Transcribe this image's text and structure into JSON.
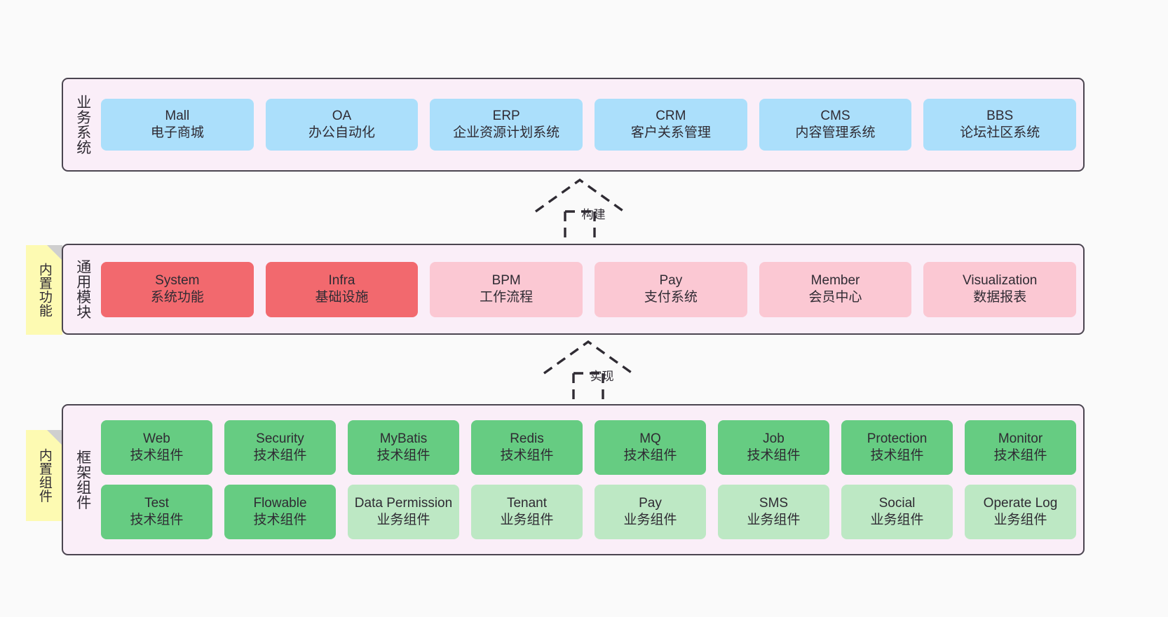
{
  "diagram": {
    "background_color": "#fafafa",
    "panel_color": "#faeef8",
    "border_color": "#4b4550",
    "note_color": "#fdfab2"
  },
  "layers": {
    "business": {
      "title": "业务系统",
      "box_color": "#abdffb",
      "items": [
        {
          "en": "Mall",
          "cn": "电子商城"
        },
        {
          "en": "OA",
          "cn": "办公自动化"
        },
        {
          "en": "ERP",
          "cn": "企业资源计划系统"
        },
        {
          "en": "CRM",
          "cn": "客户关系管理"
        },
        {
          "en": "CMS",
          "cn": "内容管理系统"
        },
        {
          "en": "BBS",
          "cn": "论坛社区系统"
        }
      ]
    },
    "common": {
      "title": "通用模块",
      "note": "内置功能",
      "strong_color": "#f2696e",
      "soft_color": "#fbc8d3",
      "items": [
        {
          "en": "System",
          "cn": "系统功能",
          "tone": "strong"
        },
        {
          "en": "Infra",
          "cn": "基础设施",
          "tone": "strong"
        },
        {
          "en": "BPM",
          "cn": "工作流程",
          "tone": "soft"
        },
        {
          "en": "Pay",
          "cn": "支付系统",
          "tone": "soft"
        },
        {
          "en": "Member",
          "cn": "会员中心",
          "tone": "soft"
        },
        {
          "en": "Visualization",
          "cn": "数据报表",
          "tone": "soft"
        }
      ]
    },
    "framework": {
      "title": "框架组件",
      "note": "内置组件",
      "tech_color": "#66cc82",
      "biz_color": "#bde8c4",
      "row_tech": [
        {
          "en": "Web",
          "cn": "技术组件"
        },
        {
          "en": "Security",
          "cn": "技术组件"
        },
        {
          "en": "MyBatis",
          "cn": "技术组件"
        },
        {
          "en": "Redis",
          "cn": "技术组件"
        },
        {
          "en": "MQ",
          "cn": "技术组件"
        },
        {
          "en": "Job",
          "cn": "技术组件"
        },
        {
          "en": "Protection",
          "cn": "技术组件"
        },
        {
          "en": "Monitor",
          "cn": "技术组件"
        }
      ],
      "row_mixed": [
        {
          "en": "Test",
          "cn": "技术组件",
          "tone": "tech"
        },
        {
          "en": "Flowable",
          "cn": "技术组件",
          "tone": "tech"
        },
        {
          "en": "Data Permission",
          "cn": "业务组件",
          "tone": "biz"
        },
        {
          "en": "Tenant",
          "cn": "业务组件",
          "tone": "biz"
        },
        {
          "en": "Pay",
          "cn": "业务组件",
          "tone": "biz"
        },
        {
          "en": "SMS",
          "cn": "业务组件",
          "tone": "biz"
        },
        {
          "en": "Social",
          "cn": "业务组件",
          "tone": "biz"
        },
        {
          "en": "Operate Log",
          "cn": "业务组件",
          "tone": "biz"
        }
      ]
    }
  },
  "connectors": {
    "build": {
      "label": "构建"
    },
    "implement": {
      "label": "实现"
    }
  }
}
